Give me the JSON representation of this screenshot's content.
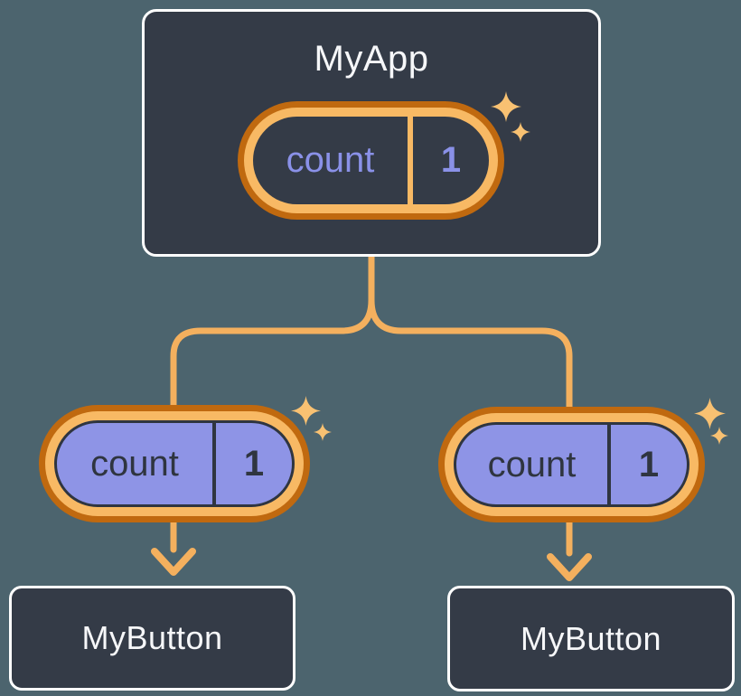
{
  "diagram": {
    "description": "React state tree: MyApp passes count state down to two MyButton children",
    "root_node": {
      "title": "MyApp",
      "state_pill": {
        "name": "count",
        "value": "1"
      }
    },
    "child_nodes": [
      {
        "title": "MyButton",
        "prop_pill": {
          "name": "count",
          "value": "1"
        }
      },
      {
        "title": "MyButton",
        "prop_pill": {
          "name": "count",
          "value": "1"
        }
      }
    ]
  },
  "colors": {
    "background": "#4c646e",
    "node_fill": "#343b47",
    "node_border": "#ffffff",
    "node_text": "#f6f7f9",
    "pill_ring_outer": "#c0690f",
    "pill_ring_inner": "#f8b964",
    "pill_fill_prop": "#8e94e6",
    "pill_text_dark": "#2f3540",
    "pill_text_purple": "#8a91e8",
    "connector_line": "#f4b05e",
    "sparkle": "#f8c172"
  }
}
